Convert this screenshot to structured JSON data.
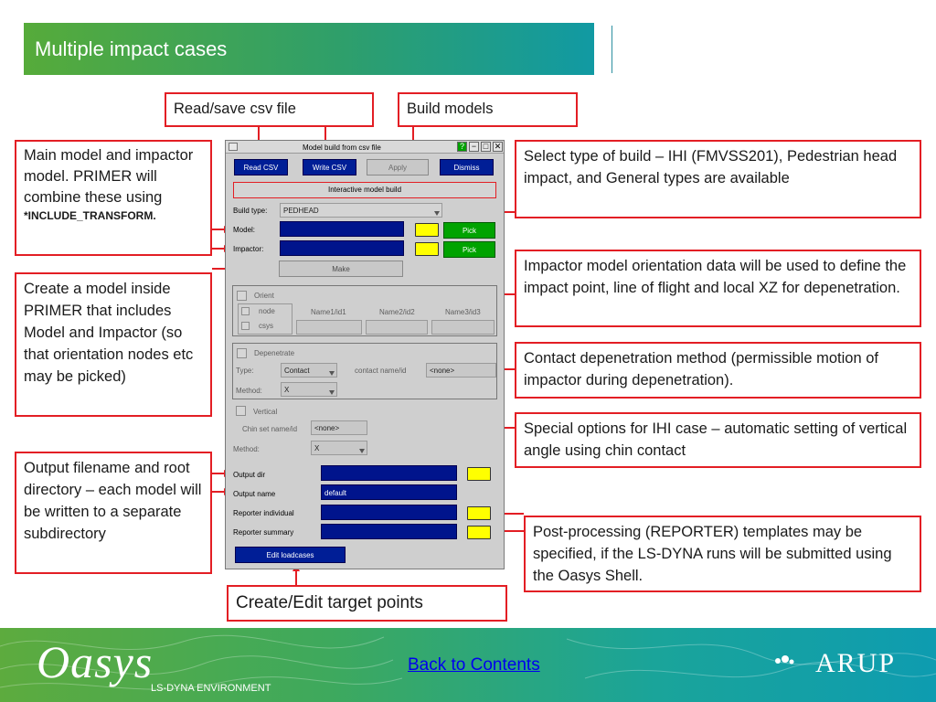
{
  "title": "Multiple impact cases",
  "callouts": {
    "read_save": "Read/save csv file",
    "build_models": "Build models",
    "main_model": "Main model and impactor model. PRIMER will combine these using",
    "main_model_keyword": "*INCLUDE_TRANSFORM.",
    "create_model": "Create a model inside PRIMER that includes Model and Impactor (so that orientation nodes etc may be picked)",
    "output": "Output filename and root directory – each model will be written to a separate subdirectory",
    "select_type": "Select type of build – IHI (FMVSS201), Pedestrian head impact, and General types are available",
    "orientation": "Impactor model orientation data will be used to define the impact point, line of flight and local XZ for depenetration.",
    "depenetration": "Contact depenetration method (permissible motion of impactor during depenetration).",
    "ihi": "Special options for IHI case – automatic setting of vertical angle using chin contact",
    "post": "Post-processing (REPORTER) templates may be specified, if the LS-DYNA runs will be submitted using the Oasys Shell.",
    "target_points": "Create/Edit target points"
  },
  "dialog": {
    "title": "Model build from csv file",
    "buttons": {
      "read_csv": "Read CSV",
      "write_csv": "Write CSV",
      "apply": "Apply",
      "dismiss": "Dismiss",
      "make": "Make",
      "pick": "Pick",
      "edit_loadcases": "Edit loadcases"
    },
    "mode_banner": "Interactive model build",
    "build_type_label": "Build type:",
    "build_type_value": "PEDHEAD",
    "model_label": "Model:",
    "impactor_label": "Impactor:",
    "orient": {
      "label": "Orient",
      "node": "node",
      "csys": "csys",
      "col1": "Name1/id1",
      "col2": "Name2/id2",
      "col3": "Name3/id3"
    },
    "depenetrate": {
      "label": "Depenetrate",
      "type_label": "Type:",
      "type_value": "Contact",
      "contact_label": "contact name/id",
      "contact_value": "<none>",
      "method_label": "Method:",
      "method_value": "X"
    },
    "vertical": {
      "label": "Vertical",
      "chin_label": "Chin set name/id",
      "chin_value": "<none>",
      "method_label": "Method:",
      "method_value": "X"
    },
    "output_dir_label": "Output dir",
    "output_name_label": "Output name",
    "output_name_value": "default",
    "reporter_individual_label": "Reporter individual",
    "reporter_summary_label": "Reporter summary"
  },
  "footer": {
    "logo": "Oasys",
    "subtitle": "LS-DYNA ENVIRONMENT",
    "back_link": "Back to Contents",
    "arup": "ARUP"
  },
  "colors": {
    "callout_border": "#e31e24",
    "dialog_blue": "#001e96",
    "pick_green": "#00a300",
    "folder_yellow": "#ffff00"
  }
}
